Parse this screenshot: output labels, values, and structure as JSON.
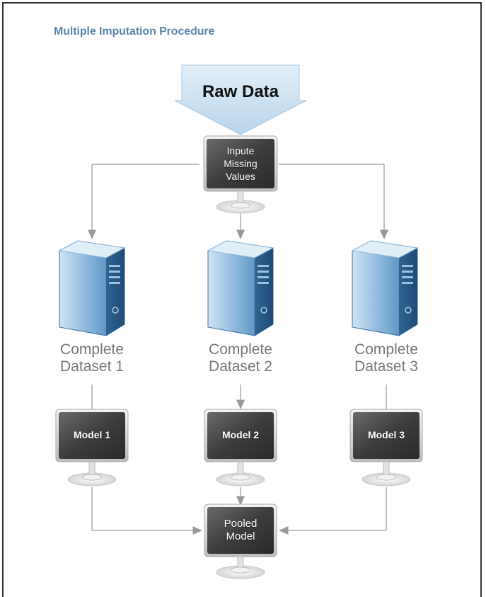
{
  "title": "Multiple Imputation Procedure",
  "raw_data": "Raw Data",
  "impute": {
    "lines": [
      "Inpute",
      "Missing",
      "Values"
    ]
  },
  "datasets": [
    {
      "line1": "Complete",
      "line2": "Dataset 1"
    },
    {
      "line1": "Complete",
      "line2": "Dataset 2"
    },
    {
      "line1": "Complete",
      "line2": "Dataset 3"
    }
  ],
  "models": [
    "Model 1",
    "Model 2",
    "Model 3"
  ],
  "pooled": {
    "lines": [
      "Pooled",
      "Model"
    ]
  },
  "colors": {
    "title": "#5b87aa",
    "arrow_fill": "#c6dff0",
    "monitor_screen": "#444444",
    "server_blue": "#4f87b8",
    "connector": "#999999",
    "label_gray": "#777777"
  }
}
